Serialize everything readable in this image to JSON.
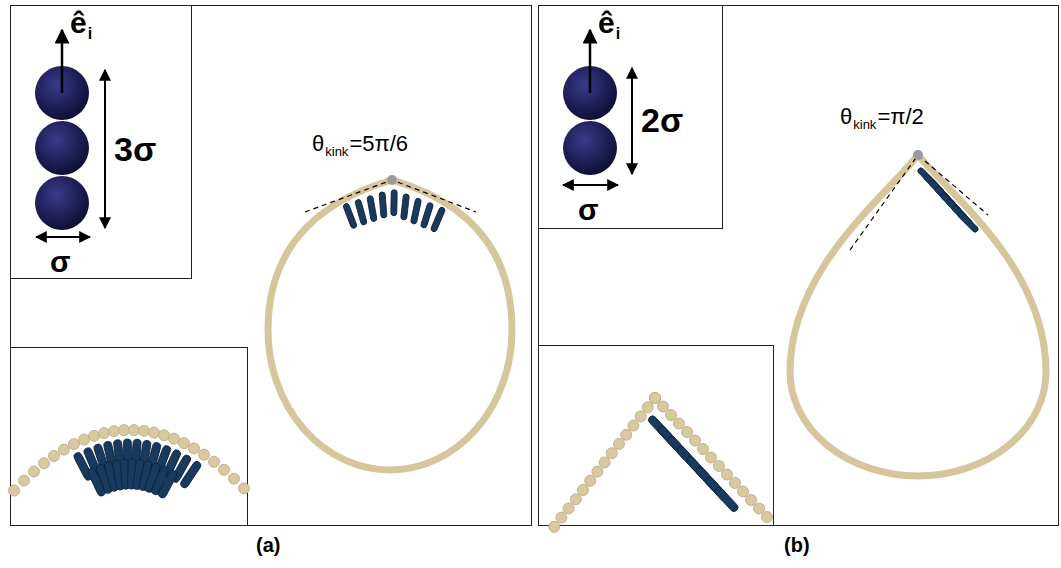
{
  "diagram": {
    "labels": [
      "ê",
      "i",
      "3σ",
      "σ",
      "θ",
      "kink",
      "=5π/6",
      "(a)",
      "ê",
      "i",
      "2σ",
      "σ",
      "θ",
      "kink",
      "=π/2",
      "(b)"
    ]
  }
}
